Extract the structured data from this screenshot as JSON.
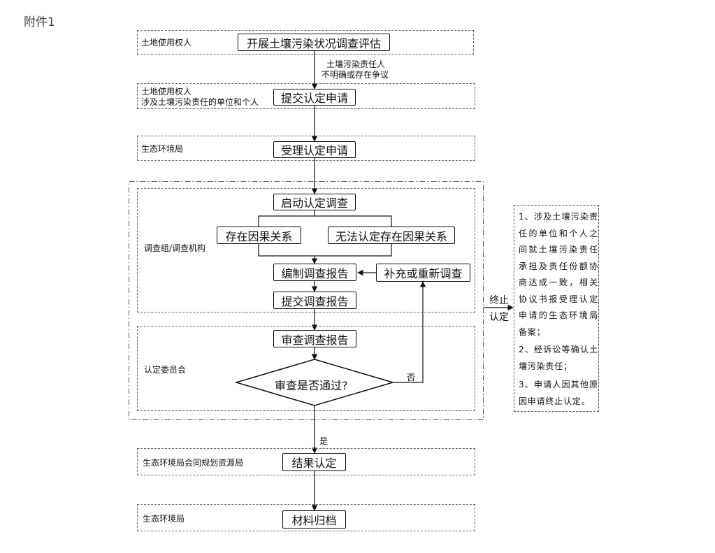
{
  "attachment_label": "附件1",
  "lanes": {
    "l1": "土地使用权人",
    "l2_line1": "土地使用权人",
    "l2_line2": "涉及土壤污染责任的单位和个人",
    "l3": "生态环境局",
    "l4": "调查组/调查机构",
    "l5": "认定委员会",
    "l6": "生态环境局会同规划资源局",
    "l7": "生态环境局"
  },
  "nodes": {
    "n1": "开展土壤污染状况调查评估",
    "n2": "提交认定申请",
    "n3": "受理认定申请",
    "n4": "启动认定调查",
    "n5a": "存在因果关系",
    "n5b": "无法认定存在因果关系",
    "n6": "编制调查报告",
    "n6b": "补充或重新调查",
    "n7": "提交调查报告",
    "n8": "审查调查报告",
    "n9": "审查是否通过?",
    "n10": "结果认定",
    "n11": "材料归档"
  },
  "edge_labels": {
    "condition_line1": "土壤污染责任人",
    "condition_line2": "不明确或存在争议",
    "no": "否",
    "yes": "是",
    "terminate_1": "终止",
    "terminate_2": "认定"
  },
  "side_note": {
    "item1": "1、涉及土壤污染责任的单位和个人之间就土壤污染责任承担及责任份额协商达成一致，相关协议书报受理认定申请的生态环境局备案；",
    "item2": "2、经诉讼等确认土壤污染责任；",
    "item3": "3、申请人因其他原因申请终止认定。"
  }
}
